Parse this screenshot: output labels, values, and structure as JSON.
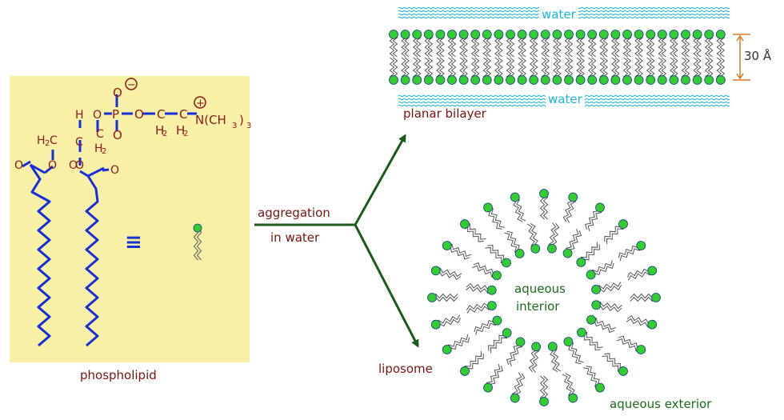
{
  "labels": {
    "phospholipid": "phospholipid",
    "aggregation": "aggregation",
    "in_water": "in water",
    "planar_bilayer": "planar bilayer",
    "water_top": "water",
    "water_bottom": "water",
    "thickness": "30 Å",
    "liposome": "liposome",
    "aqueous_interior_1": "aqueous",
    "aqueous_interior_2": "interior",
    "aqueous_exterior": "aqueous exterior"
  },
  "structure": {
    "o_minus": "O",
    "minus_sign": "−",
    "plus_sign": "+",
    "p_top_o": "O",
    "p_atom": "P",
    "p_bottom_o": "O",
    "o1": "O",
    "o2": "O",
    "o3": "O",
    "c1": "C",
    "c2": "C",
    "c3": "C",
    "h_top": "H",
    "h2c": "H",
    "h2c_c": "C",
    "h2_left": "H",
    "h2_right": "H",
    "c_under": "C",
    "h2_under": "H",
    "nitrogen": "N(CH",
    "nitrogen_end": ")",
    "sub2": "2",
    "sub3": "3",
    "ester_o_left": "O",
    "ester_o_left2": "O",
    "ester_o_right": "O",
    "ester_o_right2": "O",
    "equiv": "≡"
  },
  "colors": {
    "panel": "#f7f0a6",
    "chain": "#1a2fd6",
    "atom": "#8b1a1a",
    "arrow": "#1d5a1d",
    "head": "#33cc33",
    "head_edge": "#1e3a8a",
    "tail": "#555555",
    "water": "#18b4e0",
    "dimension": "#e07820"
  }
}
